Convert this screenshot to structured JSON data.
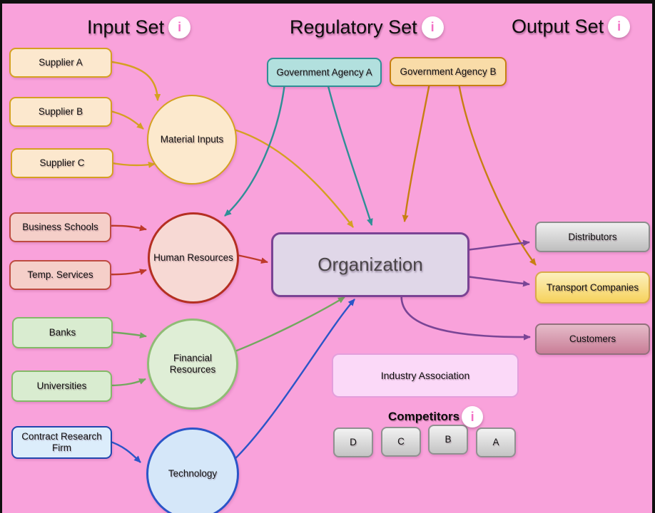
{
  "sections": {
    "input": "Input Set",
    "regulatory": "Regulatory Set",
    "output": "Output Set"
  },
  "info_icon_glyph": "i",
  "input_set": {
    "supplier_a": "Supplier A",
    "supplier_b": "Supplier B",
    "supplier_c": "Supplier C",
    "material_inputs": "Material Inputs",
    "business_schools": "Business Schools",
    "temp_services": "Temp. Services",
    "human_resources": "Human Resources",
    "banks": "Banks",
    "universities": "Universities",
    "financial_resources": "Financial Resources",
    "contract_research_firm": "Contract Research Firm",
    "technology": "Technology"
  },
  "regulatory_set": {
    "gov_agency_a": "Government Agency A",
    "gov_agency_b": "Government Agency B",
    "industry_association": "Industry Association",
    "competitors_label": "Competitors",
    "competitors": [
      "D",
      "C",
      "B",
      "A"
    ]
  },
  "center": {
    "organization": "Organization"
  },
  "output_set": {
    "distributors": "Distributors",
    "transport_companies": "Transport Companies",
    "customers": "Customers"
  },
  "colors": {
    "background": "#F9A2DB",
    "frame": "#101010",
    "supplier_accent": "#D5A021",
    "hr_accent": "#BE3A2B",
    "finance_accent": "#72A85E",
    "technology_accent": "#2B55C8",
    "gov_a_accent": "#2F8F96",
    "gov_b_accent": "#C77F12",
    "organization_border": "#7A4394",
    "output_arrow": "#7A4596",
    "industry_border": "#E39FDC",
    "info_icon_pink": "#F36FC4"
  }
}
